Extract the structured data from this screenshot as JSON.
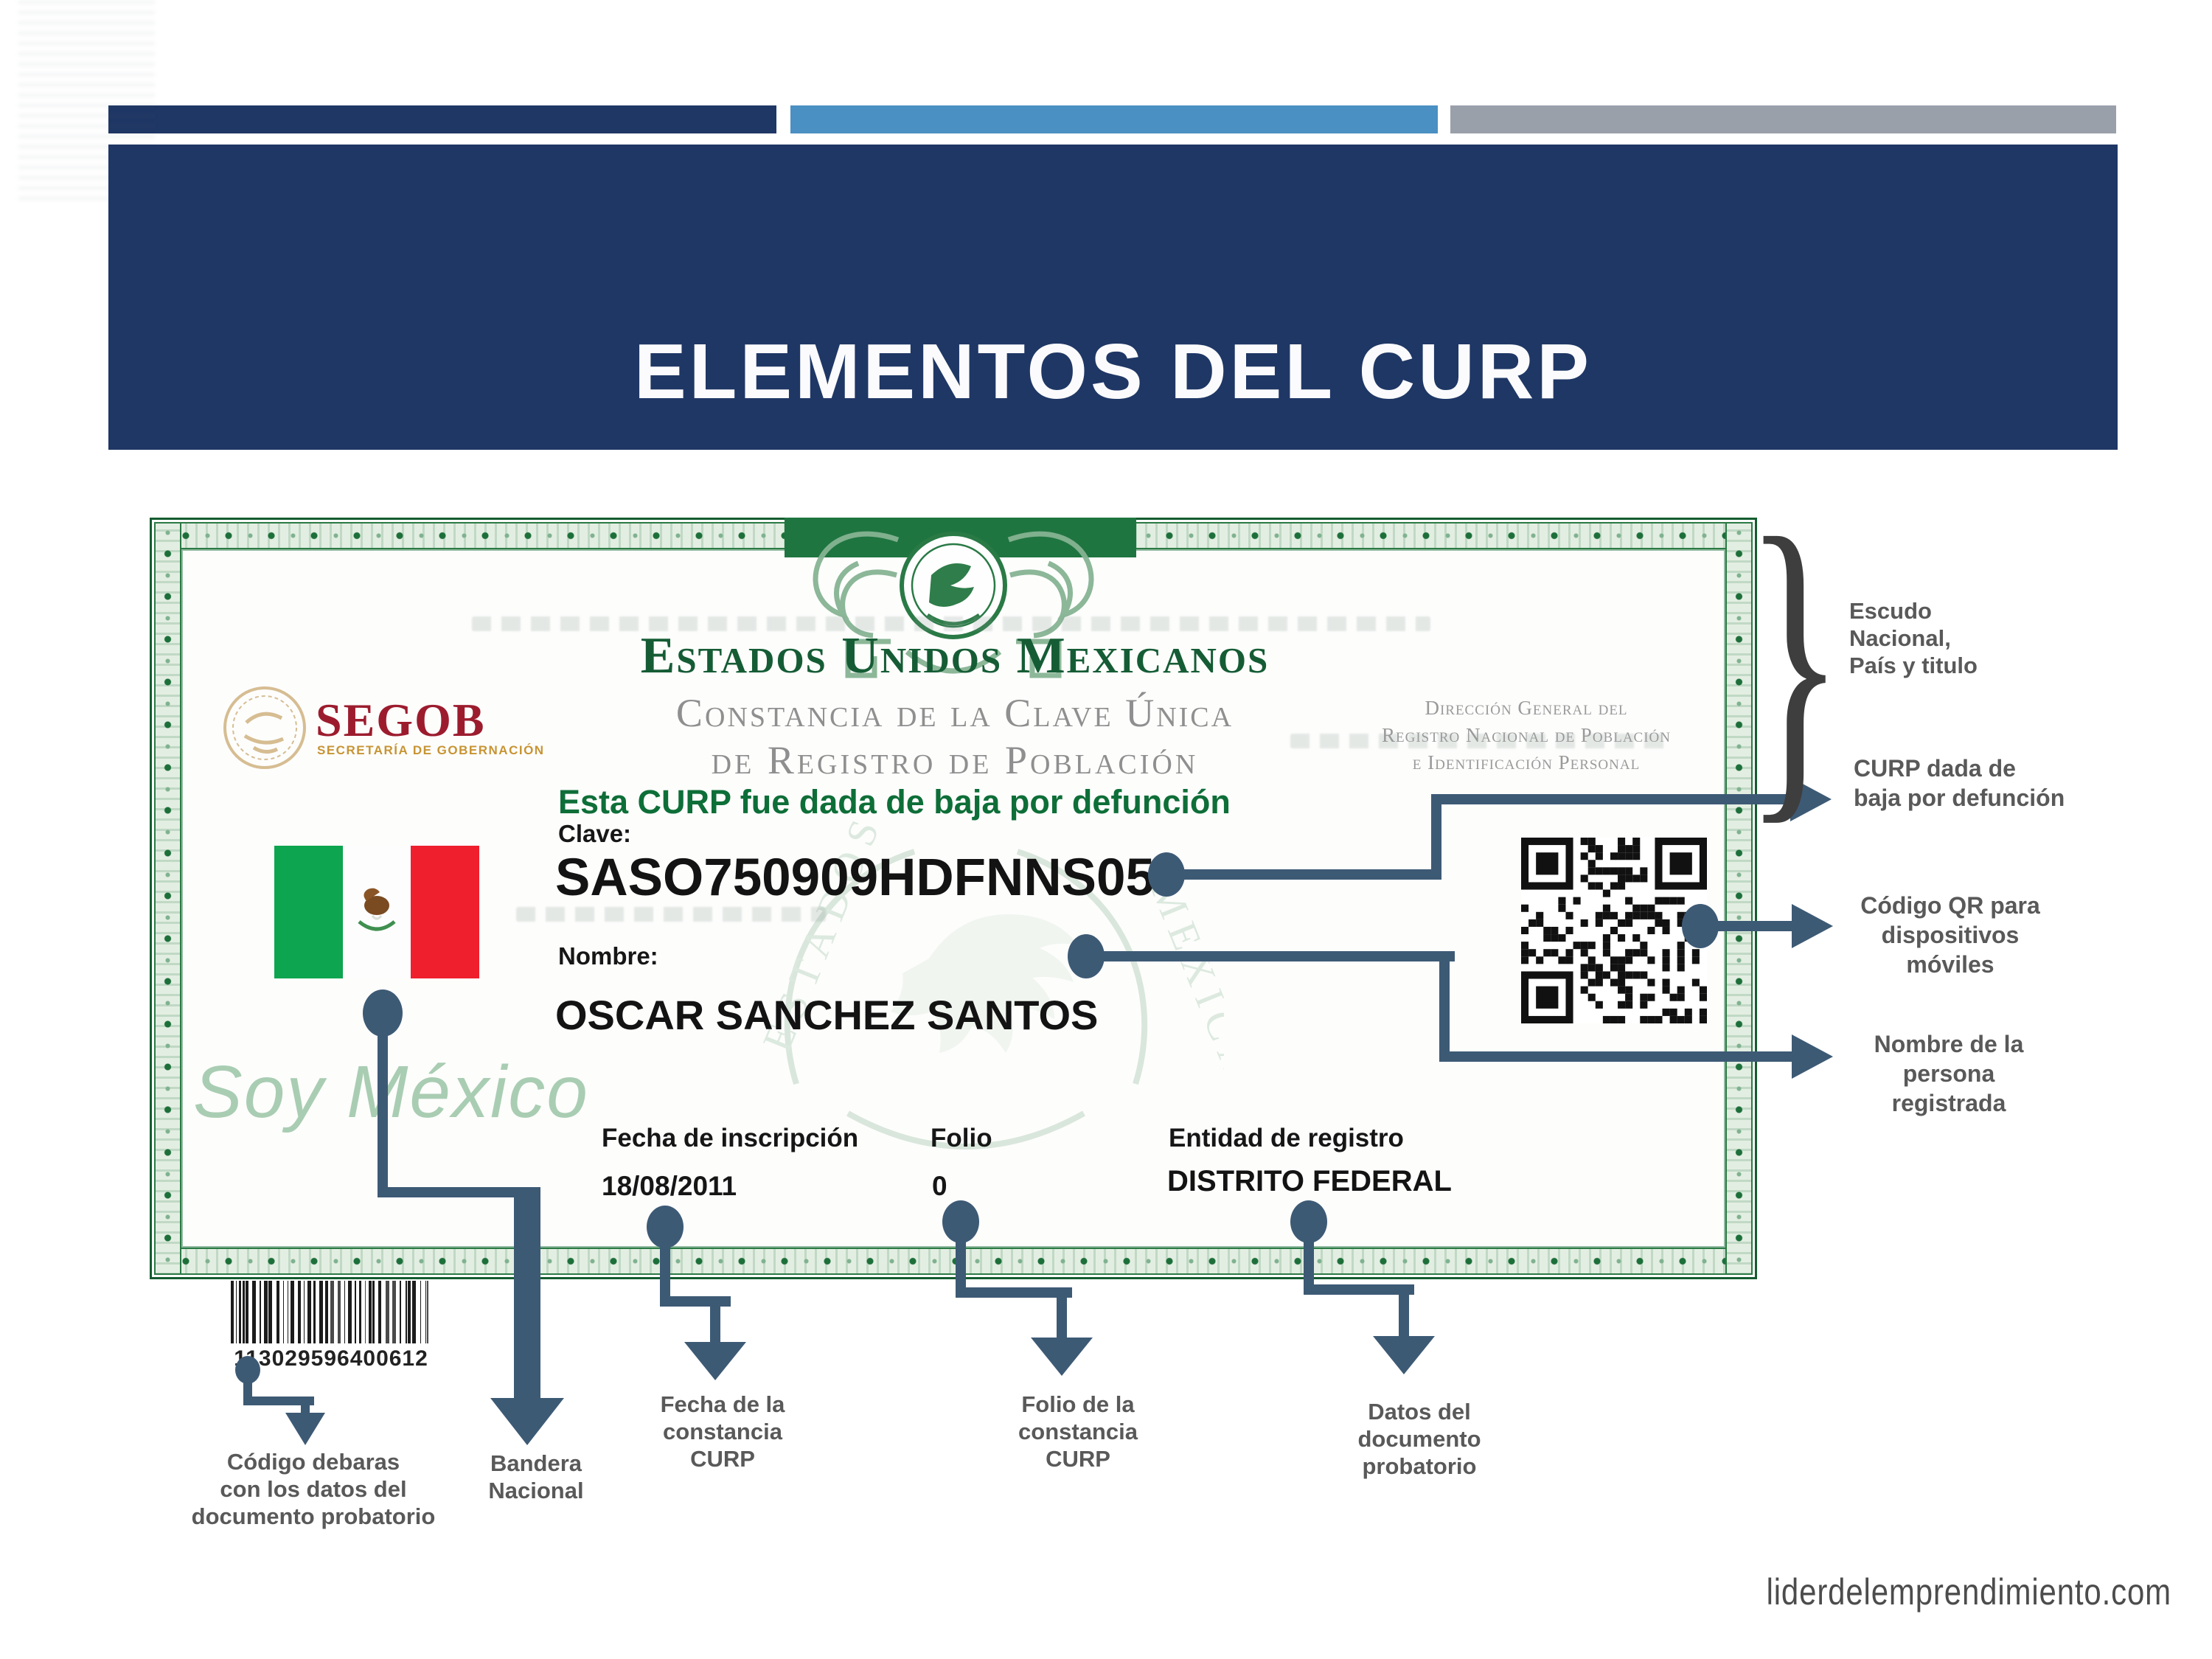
{
  "header": {
    "title": "ELEMENTOS DEL CURP"
  },
  "certificate": {
    "title": "Estados Unidos Mexicanos",
    "subtitle1": "Constancia de la Clave Única",
    "subtitle2": "de Registro de Población",
    "direccion": {
      "l1": "Dirección General del",
      "l2": "Registro Nacional de Población",
      "l3": "e Identificación Personal"
    },
    "baja_notice": "Esta CURP fue dada de baja por defunción",
    "fields": {
      "clave_label": "Clave:",
      "clave_value": "SASO750909HDFNNS05",
      "nombre_label": "Nombre:",
      "nombre_value": "OSCAR SANCHEZ SANTOS",
      "fecha_label": "Fecha de inscripción",
      "fecha_value": "18/08/2011",
      "folio_label": "Folio",
      "folio_value": "0",
      "entidad_label": "Entidad de registro",
      "entidad_value": "DISTRITO FEDERAL"
    },
    "segob": {
      "name": "SEGOB",
      "subtitle": "SECRETARÍA DE GOBERNACIÓN"
    },
    "watermark_text": "Soy México",
    "barcode_number": "113029596400612"
  },
  "callouts": {
    "escudo": {
      "lines": [
        "Escudo",
        "Nacional,",
        "País y titulo"
      ]
    },
    "curp_baja": {
      "lines": [
        "CURP dada de",
        "baja por defunción"
      ]
    },
    "codigo_qr": {
      "lines": [
        "Código QR para",
        "dispositivos",
        "móviles"
      ]
    },
    "nombre_persona": {
      "lines": [
        "Nombre de la",
        "persona",
        "registrada"
      ]
    },
    "codigo_barras": {
      "lines": [
        "Código debaras",
        "con los datos del",
        "documento probatorio"
      ]
    },
    "bandera": {
      "lines": [
        "Bandera",
        "Nacional"
      ]
    },
    "fecha": {
      "lines": [
        "Fecha de la",
        "constancia",
        "CURP"
      ]
    },
    "folio": {
      "lines": [
        "Folio de la",
        "constancia",
        "CURP"
      ]
    },
    "datos": {
      "lines": [
        "Datos del",
        "documento",
        "probatorio"
      ]
    }
  },
  "footer": {
    "site": "liderdelemprendimiento.com"
  },
  "colors": {
    "navy": "#1f3765",
    "lightblue": "#4a90c2",
    "graybar": "#9aa0aa",
    "slate": "#3d5a75",
    "border_green": "#1d6f3a",
    "title_green": "#155c35",
    "notice_green": "#0e6e38",
    "segob_red": "#9c1c2e",
    "segob_gold": "#c79433",
    "flag_green": "#0da54f",
    "flag_red": "#ef1f2e",
    "label_gray": "#595959"
  }
}
